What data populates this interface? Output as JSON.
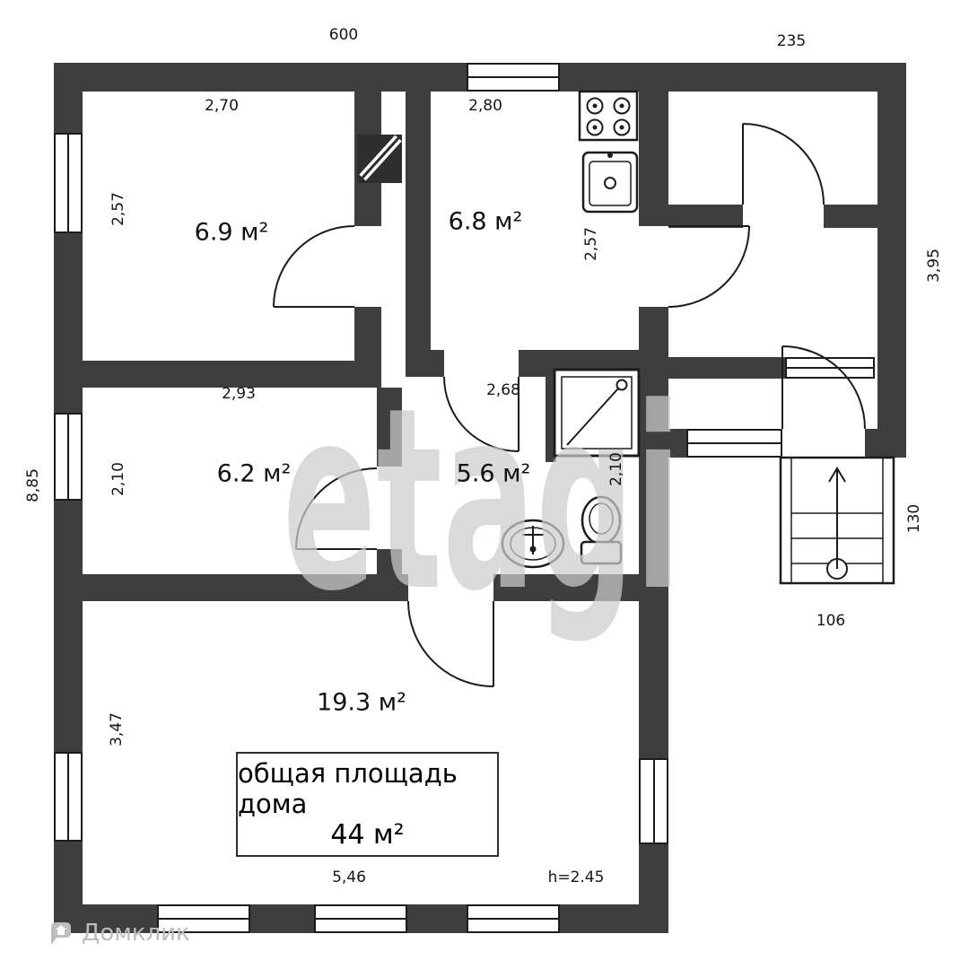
{
  "branding": {
    "watermark": "etagi",
    "logo_text": "Домклик"
  },
  "summary": {
    "line1": "общая площадь дома",
    "line2": "44 м²",
    "ceiling_height": "h=2.45"
  },
  "rooms": {
    "room1_area": "6.9 м²",
    "room2_area": "6.8 м²",
    "room3_area": "6.2 м²",
    "room4_area": "5.6 м²",
    "room5_area": "19.3 м²"
  },
  "dimensions": {
    "overall_width": "600",
    "wing_width": "235",
    "room1_w": "2,70",
    "room2_w": "2,80",
    "room1_h": "2,57",
    "room2_h": "2,57",
    "wing_h": "3,95",
    "room3_w": "2,93",
    "room4_w": "2,68",
    "left_total": "8,85",
    "room3_h": "2,10",
    "room4_h": "2,10",
    "porch_h": "130",
    "porch_w": "106",
    "room5_h": "3,47",
    "room5_w": "5,46"
  },
  "icons": {
    "stove": "stove-icon",
    "kitchen_sink": "kitchen-sink-icon",
    "furnace": "furnace-icon",
    "shower": "shower-icon",
    "toilet": "toilet-icon",
    "washbasin": "washbasin-icon",
    "stairs": "stairs-up-arrow-icon",
    "logo": "domclick-logo-icon"
  },
  "colors": {
    "wall": "#3e3e3e",
    "line": "#1c1c1c",
    "watermark": "#cccccc",
    "logo_gray": "#bdbdbd"
  }
}
